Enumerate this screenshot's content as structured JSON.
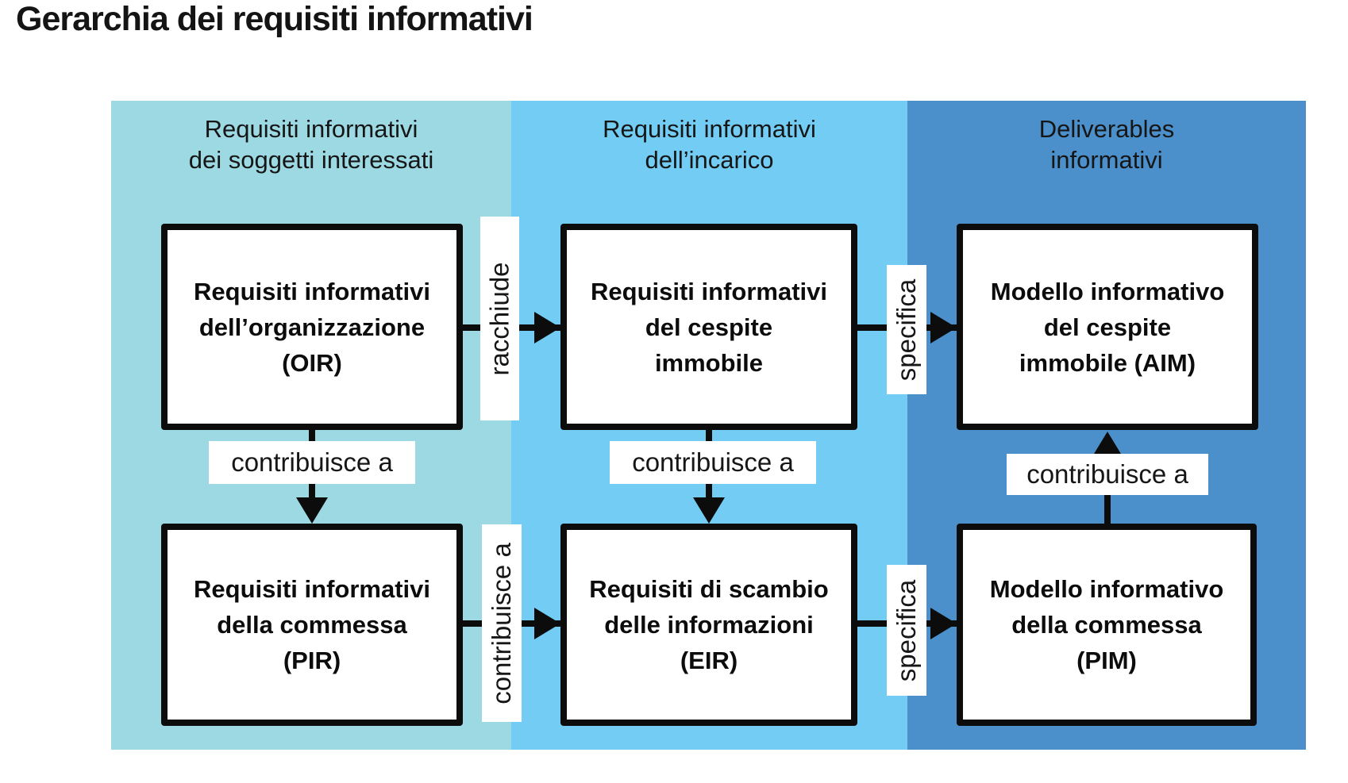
{
  "title": "Gerarchia dei requisiti informativi",
  "diagram": {
    "columns": {
      "stakeholders": {
        "header": [
          "Requisiti informativi",
          "dei soggetti interessati"
        ],
        "bg": "#9dd9e3"
      },
      "incarico": {
        "header": [
          "Requisiti informativi",
          "dell’incarico"
        ],
        "bg": "#72ccf3"
      },
      "deliverables": {
        "header": [
          "Deliverables",
          "informativi"
        ],
        "bg": "#4b90cb"
      }
    },
    "boxes": {
      "oir": {
        "lines": [
          "Requisiti informativi",
          "dell’organizzazione",
          "(OIR)"
        ]
      },
      "asset": {
        "lines": [
          "Requisiti informativi",
          "del cespite",
          "immobile"
        ]
      },
      "aim": {
        "lines": [
          "Modello informativo",
          "del cespite",
          "immobile (AIM)"
        ]
      },
      "pir": {
        "lines": [
          "Requisiti informativi",
          "della commessa",
          "(PIR)"
        ]
      },
      "eir": {
        "lines": [
          "Requisiti di scambio",
          "delle informazioni",
          "(EIR)"
        ]
      },
      "pim": {
        "lines": [
          "Modello informativo",
          "della commessa",
          "(PIM)"
        ]
      }
    },
    "connectors": {
      "racchiude": {
        "label": "racchiude"
      },
      "specifica_top": {
        "label": "specifica"
      },
      "specifica_bottom": {
        "label": "specifica"
      },
      "contribuisce_left": {
        "label": "contribuisce a"
      },
      "contribuisce_middle": {
        "label": "contribuisce a"
      },
      "contribuisce_vert": {
        "label": "contribuisce a"
      },
      "contribuisce_right": {
        "label": "contribuisce a"
      }
    }
  }
}
